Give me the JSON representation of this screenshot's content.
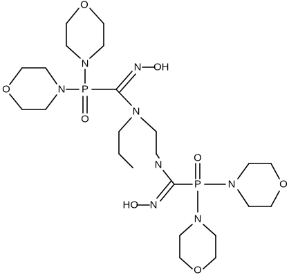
{
  "diagram": {
    "type": "chemical-structure",
    "atoms": {
      "O_top_morph": "O",
      "N_top_morph": "N",
      "O_left_morph": "O",
      "N_left_morph": "N",
      "P_top": "P",
      "O_top_phos": "O",
      "N_oxime_top": "N",
      "OH_top": "OH",
      "N_pip_top": "N",
      "N_pip_bottom": "N",
      "O_bottom_phos": "O",
      "P_bottom": "P",
      "N_right_morph": "N",
      "O_right_morph": "O",
      "HO_bottom": "HO",
      "N_oxime_bottom": "N",
      "N_bottom_morph": "N",
      "O_bottom_morph": "O"
    }
  }
}
